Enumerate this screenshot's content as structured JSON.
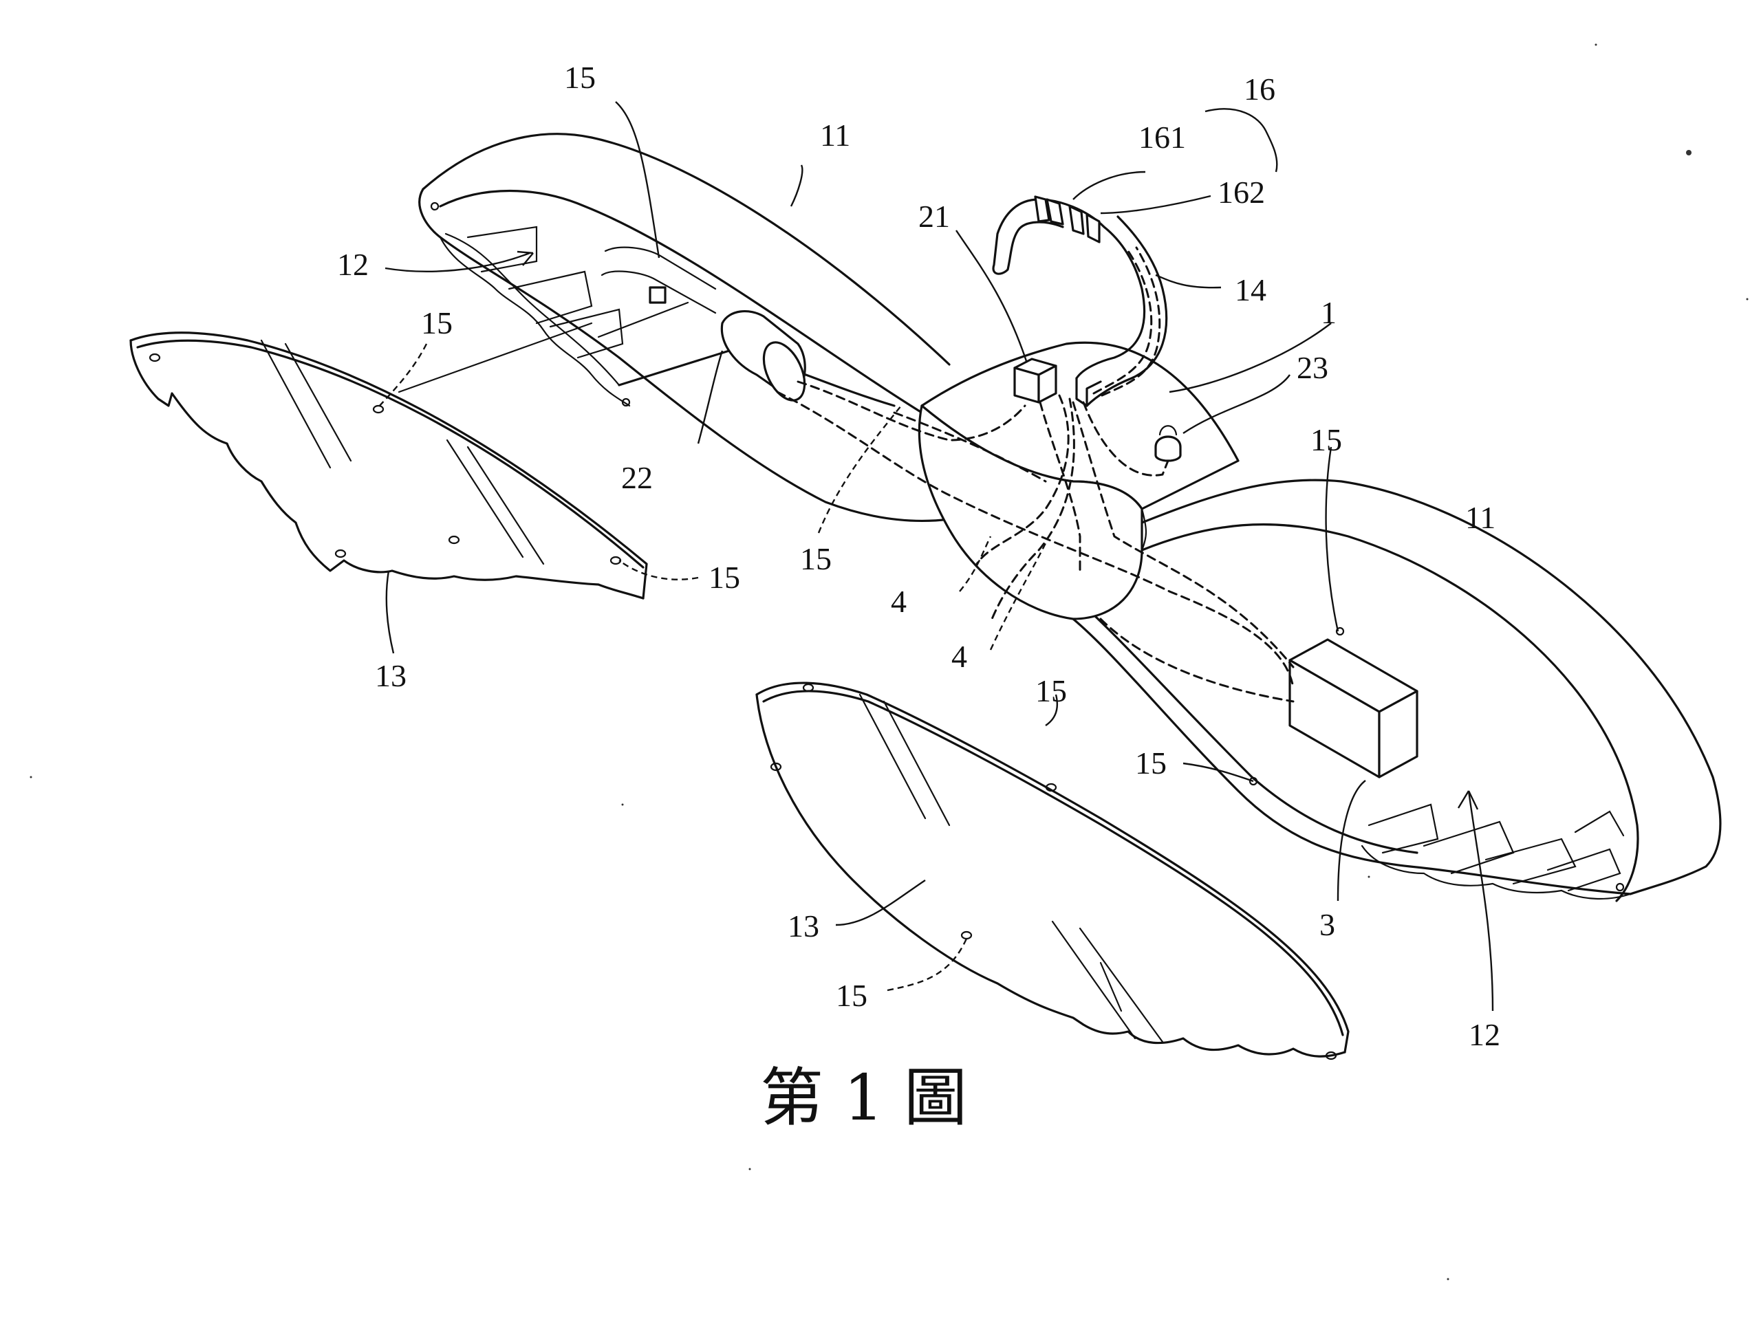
{
  "caption": "第 1 圖",
  "reference_numerals": {
    "n1": "1",
    "n3": "3",
    "n4": "4",
    "n11": "11",
    "n12": "12",
    "n13": "13",
    "n14": "14",
    "n15": "15",
    "n16": "16",
    "n161": "161",
    "n162": "162",
    "n21": "21",
    "n22": "22",
    "n23": "23"
  }
}
